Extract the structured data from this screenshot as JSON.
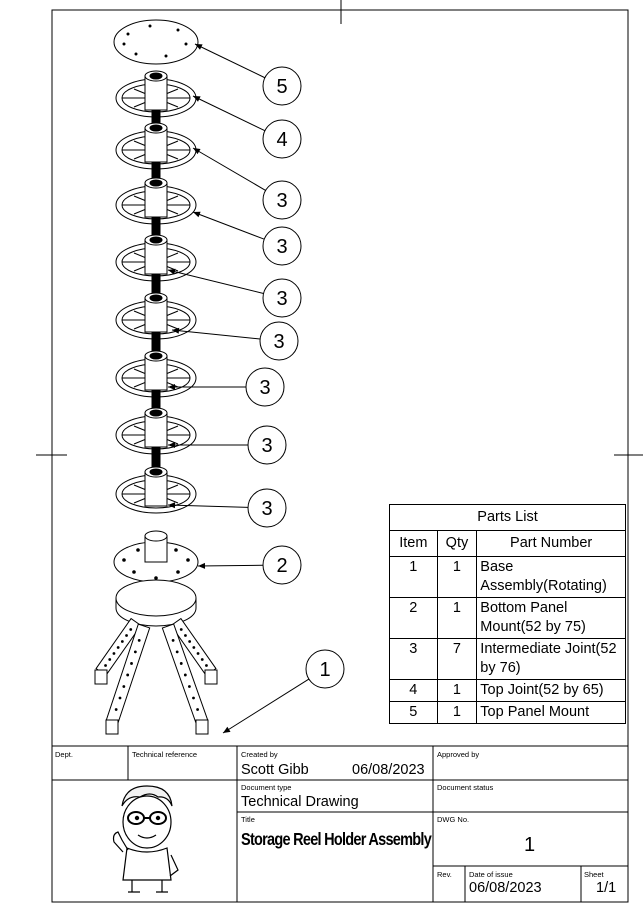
{
  "balloons": [
    "5",
    "4",
    "3",
    "3",
    "3",
    "3",
    "3",
    "3",
    "3",
    "2",
    "1"
  ],
  "parts_list": {
    "title": "Parts List",
    "headers": [
      "Item",
      "Qty",
      "Part Number"
    ],
    "rows": [
      {
        "item": "1",
        "qty": "1",
        "part": "Base Assembly(Rotating)"
      },
      {
        "item": "2",
        "qty": "1",
        "part": "Bottom Panel Mount(52 by 75)"
      },
      {
        "item": "3",
        "qty": "7",
        "part": "Intermediate Joint(52 by 76)"
      },
      {
        "item": "4",
        "qty": "1",
        "part": "Top Joint(52 by 65)"
      },
      {
        "item": "5",
        "qty": "1",
        "part": "Top Panel Mount"
      }
    ]
  },
  "title_block": {
    "dept_label": "Dept.",
    "tech_ref_label": "Technical reference",
    "created_by_label": "Created by",
    "created_by": "Scott Gibb",
    "created_date": "06/08/2023",
    "approved_by_label": "Approved by",
    "doc_type_label": "Document type",
    "doc_type": "Technical Drawing",
    "doc_status_label": "Document status",
    "title_label": "Title",
    "title": "Storage Reel Holder Assembly",
    "dwg_no_label": "DWG No.",
    "dwg_no": "1",
    "rev_label": "Rev.",
    "date_issue_label": "Date of issue",
    "date_issue": "06/08/2023",
    "sheet_label": "Sheet",
    "sheet": "1/1"
  }
}
